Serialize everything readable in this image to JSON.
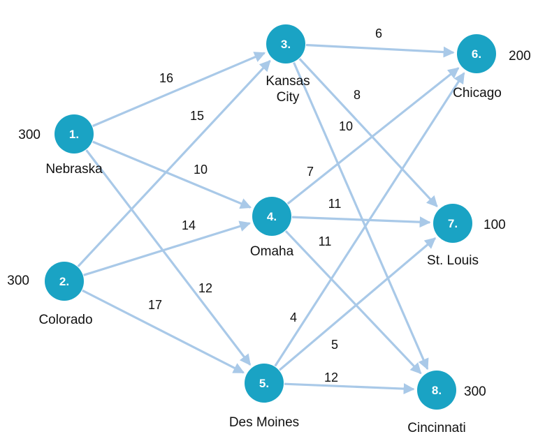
{
  "colors": {
    "node": "#1aa3c4",
    "edge": "#a9c9e8",
    "text": "#111111"
  },
  "nodes": [
    {
      "id": "1",
      "num": "1.",
      "label_lines": [
        "Nebraska"
      ],
      "value": "300"
    },
    {
      "id": "2",
      "num": "2.",
      "label_lines": [
        "Colorado"
      ],
      "value": "300"
    },
    {
      "id": "3",
      "num": "3.",
      "label_lines": [
        "Kansas",
        "City"
      ],
      "value": ""
    },
    {
      "id": "4",
      "num": "4.",
      "label_lines": [
        "Omaha"
      ],
      "value": ""
    },
    {
      "id": "5",
      "num": "5.",
      "label_lines": [
        "Des Moines"
      ],
      "value": ""
    },
    {
      "id": "6",
      "num": "6.",
      "label_lines": [
        "Chicago"
      ],
      "value": "200"
    },
    {
      "id": "7",
      "num": "7.",
      "label_lines": [
        "St. Louis"
      ],
      "value": "100"
    },
    {
      "id": "8",
      "num": "8.",
      "label_lines": [
        "Cincinnati"
      ],
      "value": "300"
    }
  ],
  "edges": [
    {
      "from": "1",
      "to": "3",
      "cost": "16"
    },
    {
      "from": "1",
      "to": "4",
      "cost": "10"
    },
    {
      "from": "1",
      "to": "5",
      "cost": "12"
    },
    {
      "from": "2",
      "to": "3",
      "cost": "15"
    },
    {
      "from": "2",
      "to": "4",
      "cost": "14"
    },
    {
      "from": "2",
      "to": "5",
      "cost": "17"
    },
    {
      "from": "3",
      "to": "6",
      "cost": "6"
    },
    {
      "from": "3",
      "to": "7",
      "cost": "8"
    },
    {
      "from": "3",
      "to": "8",
      "cost": "10"
    },
    {
      "from": "4",
      "to": "6",
      "cost": "7"
    },
    {
      "from": "4",
      "to": "7",
      "cost": "11"
    },
    {
      "from": "4",
      "to": "8",
      "cost": "11"
    },
    {
      "from": "5",
      "to": "6",
      "cost": "4"
    },
    {
      "from": "5",
      "to": "7",
      "cost": "5"
    },
    {
      "from": "5",
      "to": "8",
      "cost": "12"
    }
  ]
}
